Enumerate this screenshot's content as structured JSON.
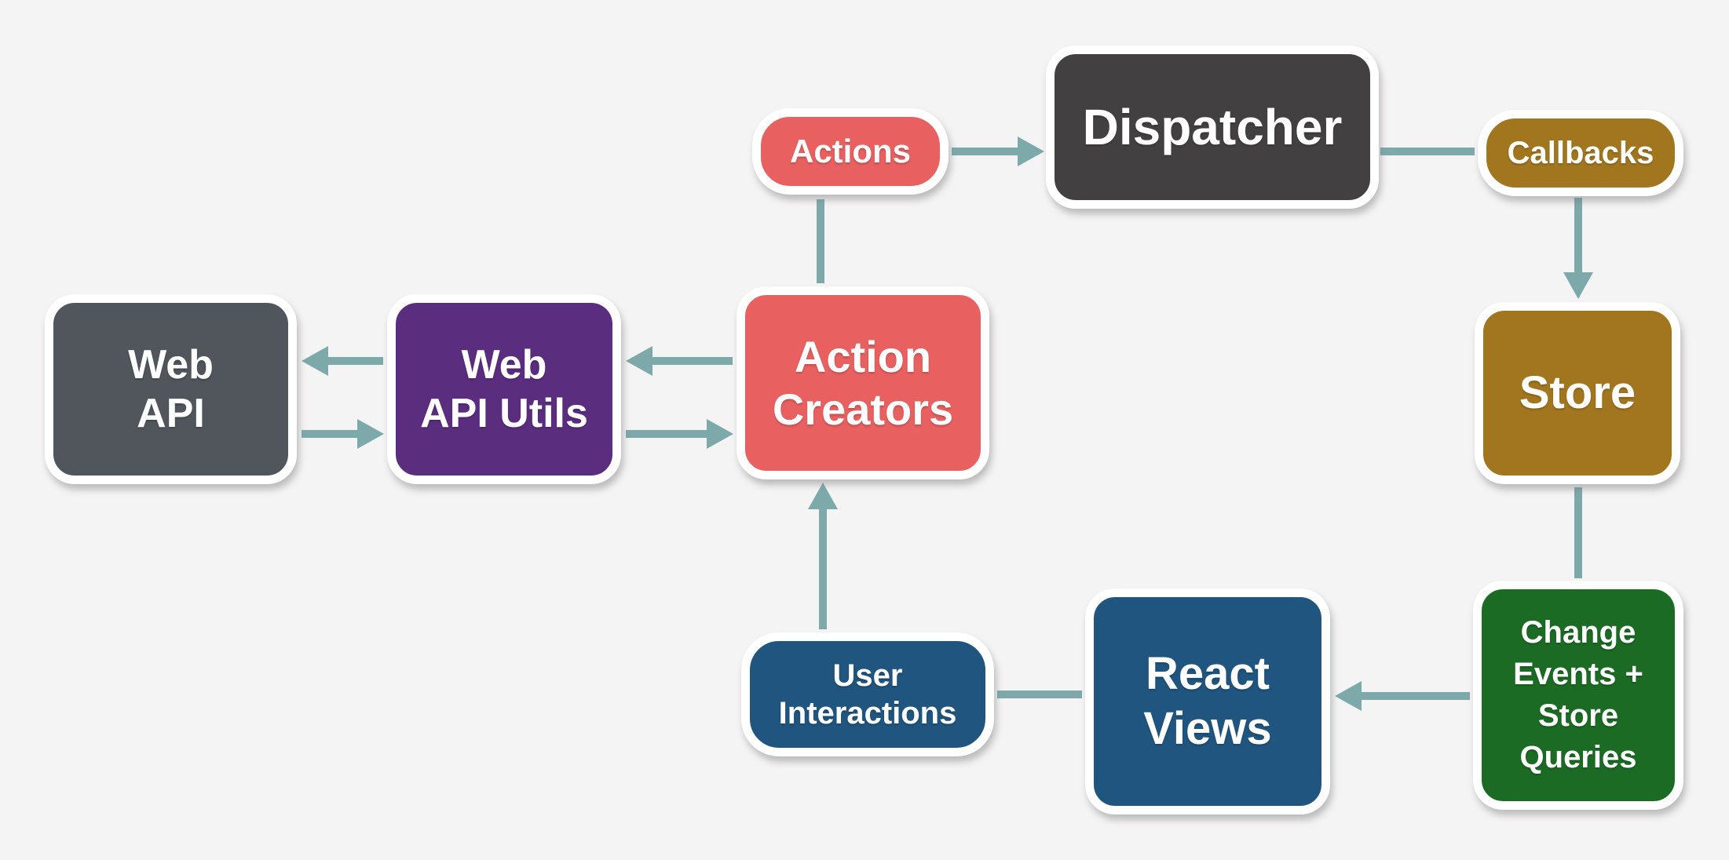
{
  "title": "Flux application architecture diagram",
  "colors": {
    "background": "#f5f4f4",
    "arrow": "#7da9ab",
    "salmon": "#e86060",
    "charcoal": "#434041",
    "gold": "#a1761f",
    "green": "#1c6b24",
    "blue": "#20557f",
    "purple": "#5b2d7f",
    "slate": "#50565c",
    "node_border": "#ffffff",
    "node_text": "#ffffff"
  },
  "nodes": {
    "actions": {
      "label": "Actions",
      "color": "#e86060"
    },
    "dispatcher": {
      "label": "Dispatcher",
      "color": "#434041"
    },
    "callbacks": {
      "label": "Callbacks",
      "color": "#a1761f"
    },
    "store": {
      "label": "Store",
      "color": "#a1761f"
    },
    "change_events": {
      "label": "Change\nEvents +\nStore\nQueries",
      "color": "#1c6b24"
    },
    "react_views": {
      "label": "React\nViews",
      "color": "#20557f"
    },
    "user_interactions": {
      "label": "User\nInteractions",
      "color": "#20557f"
    },
    "action_creators": {
      "label": "Action\nCreators",
      "color": "#e86060"
    },
    "web_api_utils": {
      "label": "Web\nAPI Utils",
      "color": "#5b2d7f"
    },
    "web_api": {
      "label": "Web\nAPI",
      "color": "#50565c"
    }
  },
  "edges": [
    {
      "from": "actions",
      "to": "dispatcher",
      "arrowhead": true
    },
    {
      "from": "dispatcher",
      "to": "callbacks",
      "arrowhead": false
    },
    {
      "from": "callbacks",
      "to": "store",
      "arrowhead": true
    },
    {
      "from": "store",
      "to": "change_events",
      "arrowhead": false
    },
    {
      "from": "change_events",
      "to": "react_views",
      "arrowhead": true
    },
    {
      "from": "react_views",
      "to": "user_interactions",
      "arrowhead": false
    },
    {
      "from": "user_interactions",
      "to": "action_creators",
      "arrowhead": true
    },
    {
      "from": "action_creators",
      "to": "actions",
      "arrowhead": false
    },
    {
      "from": "action_creators",
      "to": "web_api_utils",
      "arrowhead": true
    },
    {
      "from": "web_api_utils",
      "to": "action_creators",
      "arrowhead": true
    },
    {
      "from": "web_api_utils",
      "to": "web_api",
      "arrowhead": true
    },
    {
      "from": "web_api",
      "to": "web_api_utils",
      "arrowhead": true
    }
  ]
}
